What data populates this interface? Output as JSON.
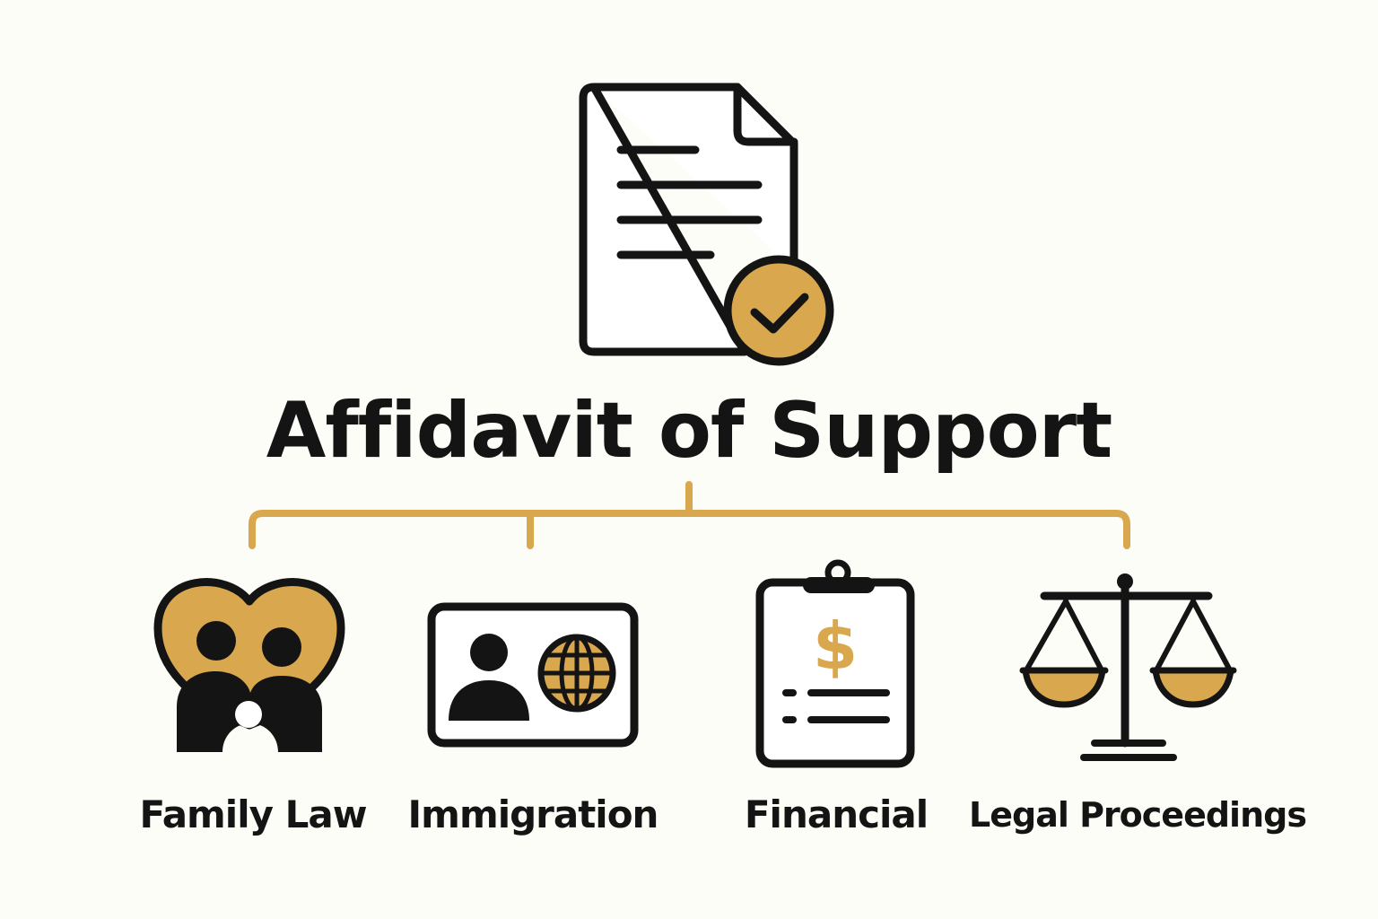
{
  "title": "Affidavit of Support",
  "colors": {
    "ink": "#141414",
    "accent": "#d9a84e",
    "background": "#fdfdf8"
  },
  "root_icon": "document-with-checkmark-icon",
  "categories": [
    {
      "label": "Family Law",
      "icon": "family-heart-icon"
    },
    {
      "label": "Immigration",
      "icon": "id-card-globe-icon"
    },
    {
      "label": "Financial",
      "icon": "clipboard-dollar-icon"
    },
    {
      "label": "Legal Proceedings",
      "icon": "scales-of-justice-icon"
    }
  ]
}
